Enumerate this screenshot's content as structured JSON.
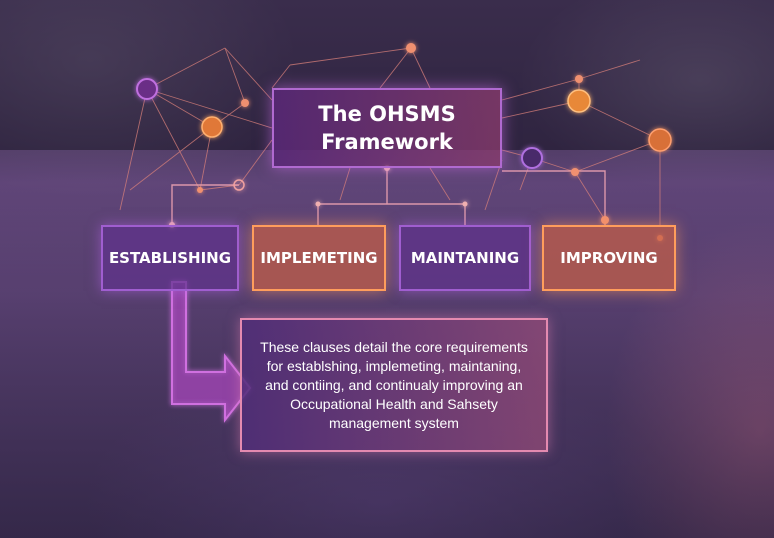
{
  "title": "The OHSMS Framework",
  "stages": [
    {
      "label": "ESTABLISHING",
      "color": "purple"
    },
    {
      "label": "IMPLEMETING",
      "color": "orange"
    },
    {
      "label": "MAINTANING",
      "color": "purple"
    },
    {
      "label": "IMPROVING",
      "color": "orange"
    }
  ],
  "description_lines": [
    "These clauses detail the core requirements",
    "for establshing, implemeting, maintaning,",
    "and contiing, and continualy improving an",
    "Occupational Health and Sahsety",
    "management system"
  ],
  "colors": {
    "purple_accent": "#a05ed0",
    "orange_accent": "#ff9d5c",
    "arrow": "#c86ad8"
  }
}
